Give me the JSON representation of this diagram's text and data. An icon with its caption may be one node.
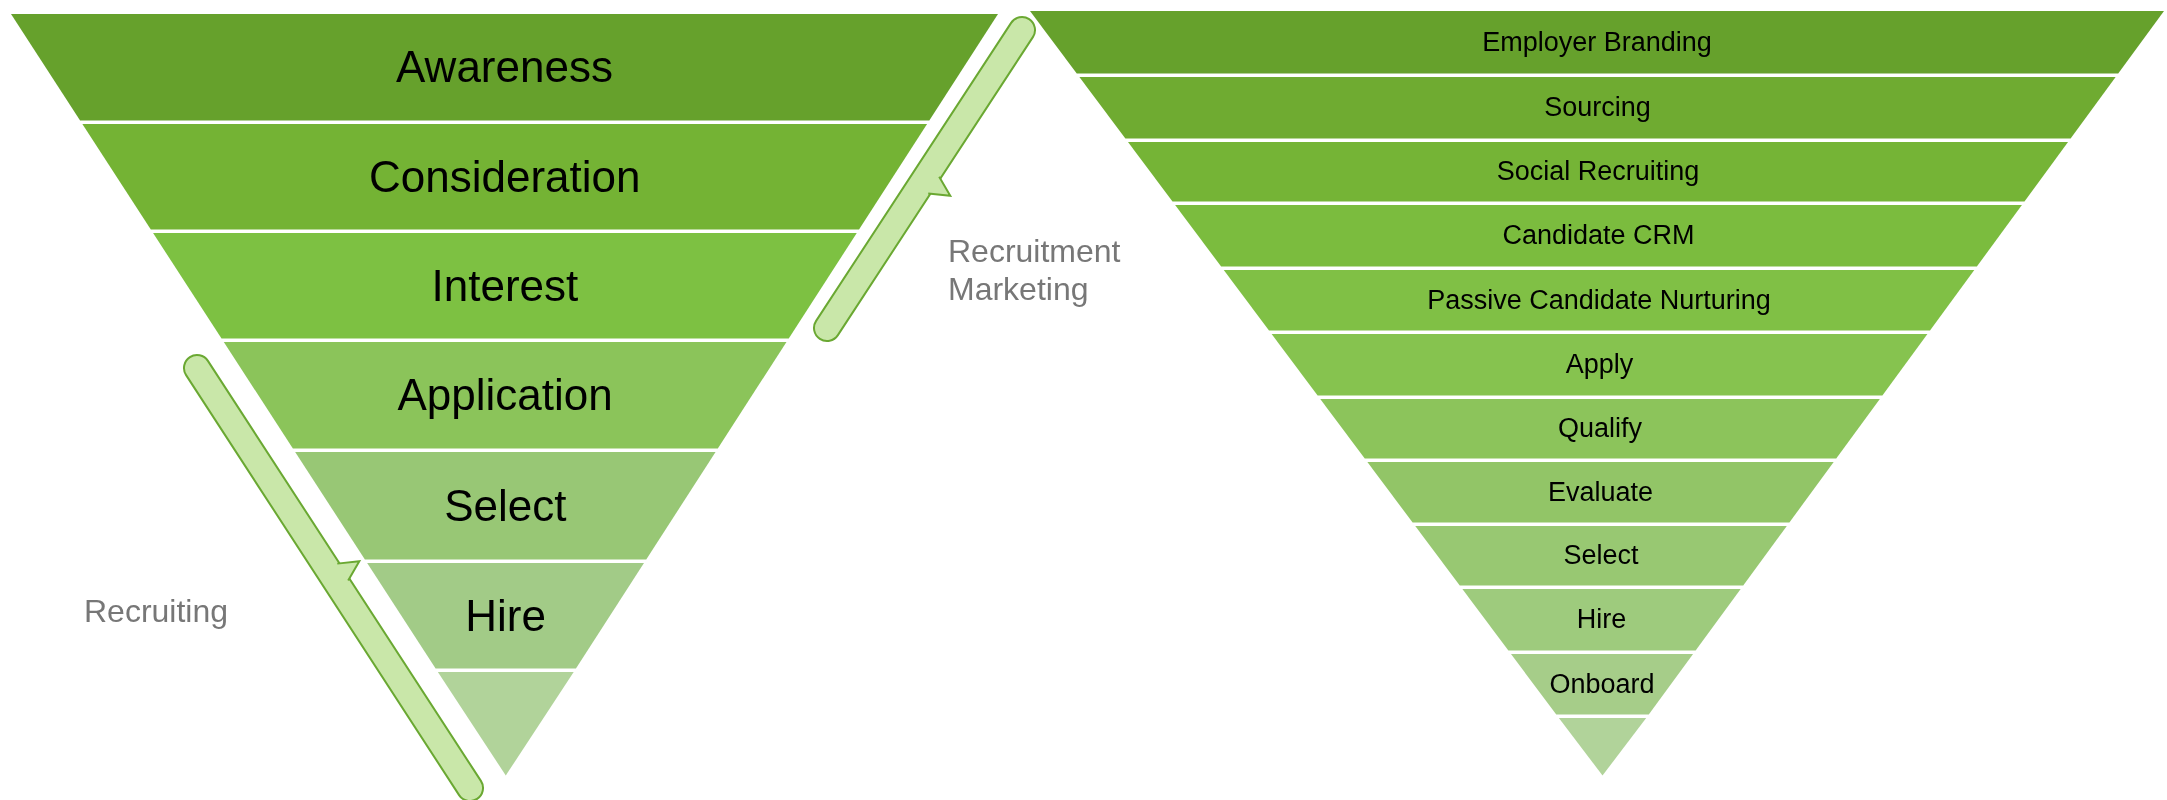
{
  "diagram": {
    "nodes": [
      {
        "text": [
          "Awareness"
        ]
      },
      {
        "text": [
          "Consideration"
        ]
      },
      {
        "text": [
          "Interest"
        ]
      },
      {
        "text": [
          "Application"
        ]
      },
      {
        "text": [
          "Select"
        ]
      },
      {
        "text": [
          "Hire"
        ]
      },
      {
        "text": [],
        "shape": "triangle"
      },
      {
        "text": [
          "Employer Branding"
        ]
      },
      {
        "text": [
          "Sourcing"
        ]
      },
      {
        "text": [
          "Social Recruiting"
        ]
      },
      {
        "text": [
          "Candidate CRM"
        ]
      },
      {
        "text": [
          "Passive Candidate Nurturing"
        ]
      },
      {
        "text": [
          "Apply"
        ]
      },
      {
        "text": [
          "Qualify"
        ]
      },
      {
        "text": [
          "Evaluate"
        ]
      },
      {
        "text": [
          "Select"
        ]
      },
      {
        "text": [
          "Hire"
        ]
      },
      {
        "text": [
          "Onboard"
        ]
      },
      {
        "text": [],
        "shape": "triangle"
      }
    ],
    "labels": [
      "Recruitment Marketing",
      "Recruiting"
    ]
  }
}
